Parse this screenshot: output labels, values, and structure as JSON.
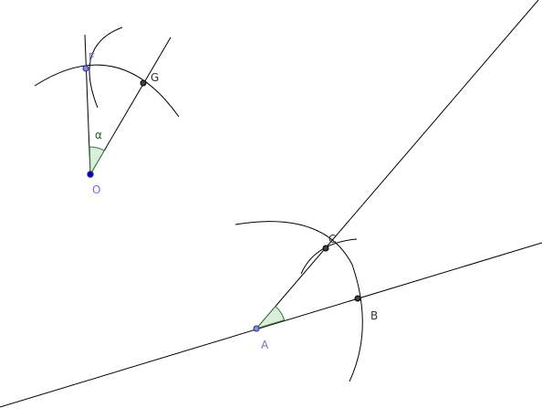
{
  "points": {
    "O": {
      "label": "O"
    },
    "F": {
      "label": "F"
    },
    "G": {
      "label": "G"
    },
    "A": {
      "label": "A"
    },
    "B": {
      "label": "B"
    },
    "C": {
      "label": "C"
    }
  },
  "angle_label": "α",
  "colors": {
    "free_point": "#6b6bdc",
    "free_point_dark": "#0000cc",
    "dependent_point": "#404040",
    "free_label": "#7070d0",
    "dependent_label": "#333333",
    "angle_label": "#1a6b1a",
    "angle_fill": "#cfe8cf",
    "angle_stroke": "#2f7d32"
  }
}
